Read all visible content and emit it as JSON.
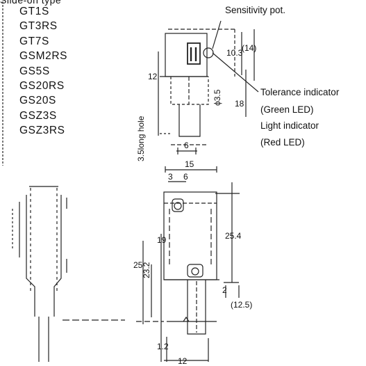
{
  "header": {
    "partial": "Slide-on type"
  },
  "models": [
    "GT1S",
    "GT3RS",
    "GT7S",
    "GSM2RS",
    "GS5S",
    "GS20RS",
    "GS20S",
    "GSZ3S",
    "GSZ3RS"
  ],
  "annotations": {
    "sensitivity_pot": "Sensitivity pot.",
    "tolerance_indicator": "Tolerance indicator",
    "tolerance_led": "(Green LED)",
    "light_indicator": "Light indicator",
    "light_led": "(Red LED)"
  },
  "dimensions": {
    "d_10_3": "10.3",
    "d_14": "(14)",
    "d_12_top": "12",
    "d_phi3_5": "ϕ3.5",
    "d_18": "18",
    "d_long_hole": "3.5long hole",
    "d_6_top": "6",
    "d_15": "15",
    "d_3": "3",
    "d_6_mid": "6",
    "d_25_4": "25.4",
    "d_19": "19",
    "d_25": "25",
    "d_23_2": "23.2",
    "d_2": "2",
    "d_12_5": "(12.5)",
    "d_1_2": "1.2",
    "d_12_bottom": "12"
  }
}
